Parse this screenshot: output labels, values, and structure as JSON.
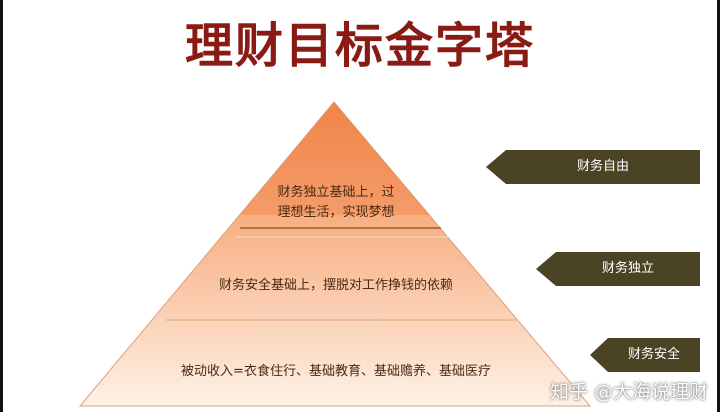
{
  "title": "理财目标金字塔",
  "pyramid": {
    "tiers": [
      {
        "id": "top",
        "lines": [
          "财务独立基础上，过",
          "理想生活，实现梦想"
        ]
      },
      {
        "id": "middle",
        "lines": [
          "财务安全基础上，摆脱对工作挣钱的依赖"
        ]
      },
      {
        "id": "bottom",
        "lines": [
          "被动收入=衣食住行、基础教育、基础赡养、基础医疗"
        ]
      }
    ]
  },
  "tags": [
    {
      "id": "freedom",
      "label": "财务自由"
    },
    {
      "id": "independence",
      "label": "财务独立"
    },
    {
      "id": "security",
      "label": "财务安全"
    }
  ],
  "colors": {
    "title": "#8a1a14",
    "tier_top": "#f4a068",
    "tier_bottom": "#fde9d8",
    "tag_arrow": "#4a4324",
    "divider": "#b96b3a"
  },
  "watermark": "知乎 @大海说理财"
}
